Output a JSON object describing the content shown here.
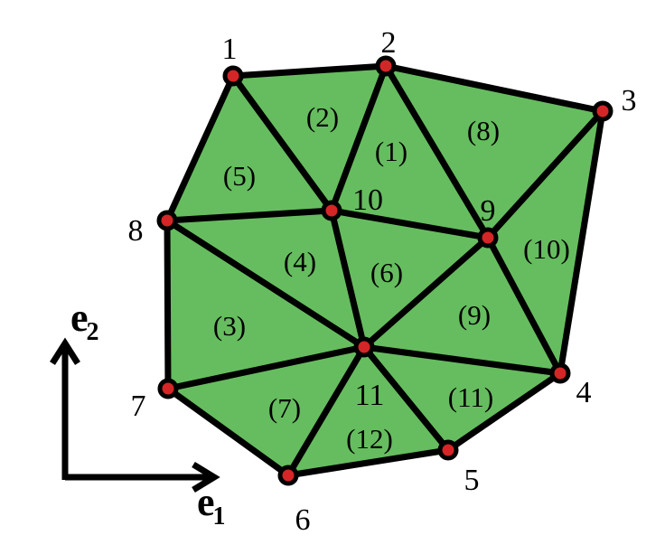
{
  "colors": {
    "fill": "#66bd5f",
    "edge": "#000000",
    "node": "#d42626"
  },
  "nodes": [
    {
      "id": "1",
      "label": "1"
    },
    {
      "id": "2",
      "label": "2"
    },
    {
      "id": "3",
      "label": "3"
    },
    {
      "id": "4",
      "label": "4"
    },
    {
      "id": "5",
      "label": "5"
    },
    {
      "id": "6",
      "label": "6"
    },
    {
      "id": "7",
      "label": "7"
    },
    {
      "id": "8",
      "label": "8"
    },
    {
      "id": "9",
      "label": "9"
    },
    {
      "id": "10",
      "label": "10"
    },
    {
      "id": "11",
      "label": "11"
    }
  ],
  "elements": [
    {
      "label": "(1)",
      "nodes": [
        "2",
        "9",
        "10"
      ]
    },
    {
      "label": "(2)",
      "nodes": [
        "1",
        "2",
        "10"
      ]
    },
    {
      "label": "(3)",
      "nodes": [
        "7",
        "8",
        "11"
      ]
    },
    {
      "label": "(4)",
      "nodes": [
        "8",
        "10",
        "11"
      ]
    },
    {
      "label": "(5)",
      "nodes": [
        "1",
        "8",
        "10"
      ]
    },
    {
      "label": "(6)",
      "nodes": [
        "10",
        "9",
        "11"
      ]
    },
    {
      "label": "(7)",
      "nodes": [
        "6",
        "7",
        "11"
      ]
    },
    {
      "label": "(8)",
      "nodes": [
        "2",
        "3",
        "9"
      ]
    },
    {
      "label": "(9)",
      "nodes": [
        "9",
        "4",
        "11"
      ]
    },
    {
      "label": "(10)",
      "nodes": [
        "3",
        "4",
        "9"
      ]
    },
    {
      "label": "(11)",
      "nodes": [
        "4",
        "5",
        "11"
      ]
    },
    {
      "label": "(12)",
      "nodes": [
        "5",
        "6",
        "11"
      ]
    }
  ],
  "axes": {
    "e1": {
      "main": "e",
      "sub": "1"
    },
    "e2": {
      "main": "e",
      "sub": "2"
    }
  }
}
